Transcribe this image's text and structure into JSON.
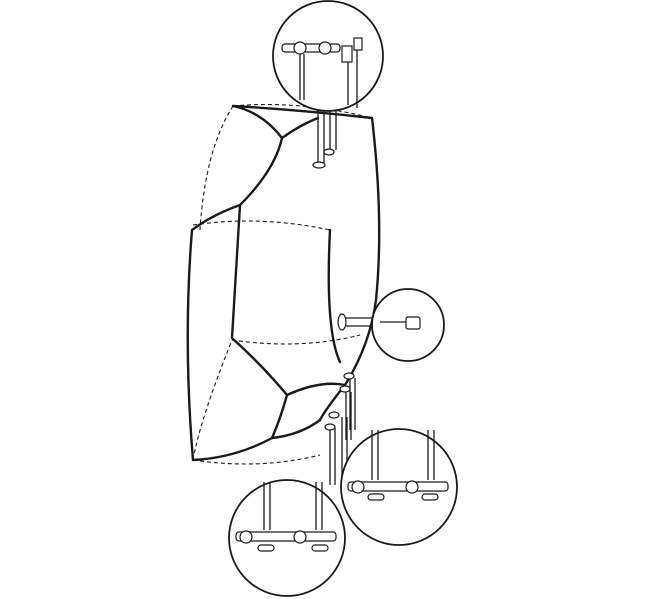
{
  "diagram": {
    "subject": "bathtub-installation",
    "line_color": "#1a1a1a",
    "background": "#ffffff",
    "details": [
      {
        "name": "top-fitting-detail"
      },
      {
        "name": "side-overflow-detail"
      },
      {
        "name": "bottom-right-valve-detail"
      },
      {
        "name": "bottom-left-valve-detail"
      }
    ]
  }
}
